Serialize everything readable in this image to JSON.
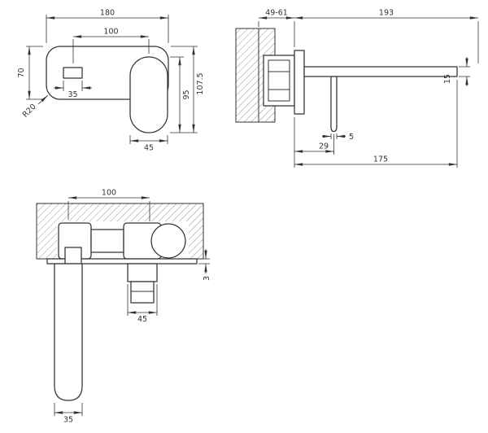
{
  "drawing": {
    "colors": {
      "line": "#333333",
      "background": "#ffffff",
      "hatch": "#888888"
    },
    "views": {
      "front": {
        "dims": {
          "plate_width": "180",
          "handle_to_spout": "100",
          "plate_height": "70",
          "handle_width": "35",
          "corner_radius": "R20",
          "spout_width": "45",
          "spout_height": "95",
          "overall_height": "107.5"
        }
      },
      "side": {
        "dims": {
          "wall_depth_range": "49-61",
          "overall_projection": "193",
          "spout_tip_height": "15",
          "handle_thickness": "5",
          "handle_offset": "29",
          "spout_projection": "175"
        }
      },
      "bottom": {
        "dims": {
          "handle_to_spout": "100",
          "plate_thickness": "3",
          "spout_width": "45",
          "handle_width": "35"
        }
      }
    }
  }
}
